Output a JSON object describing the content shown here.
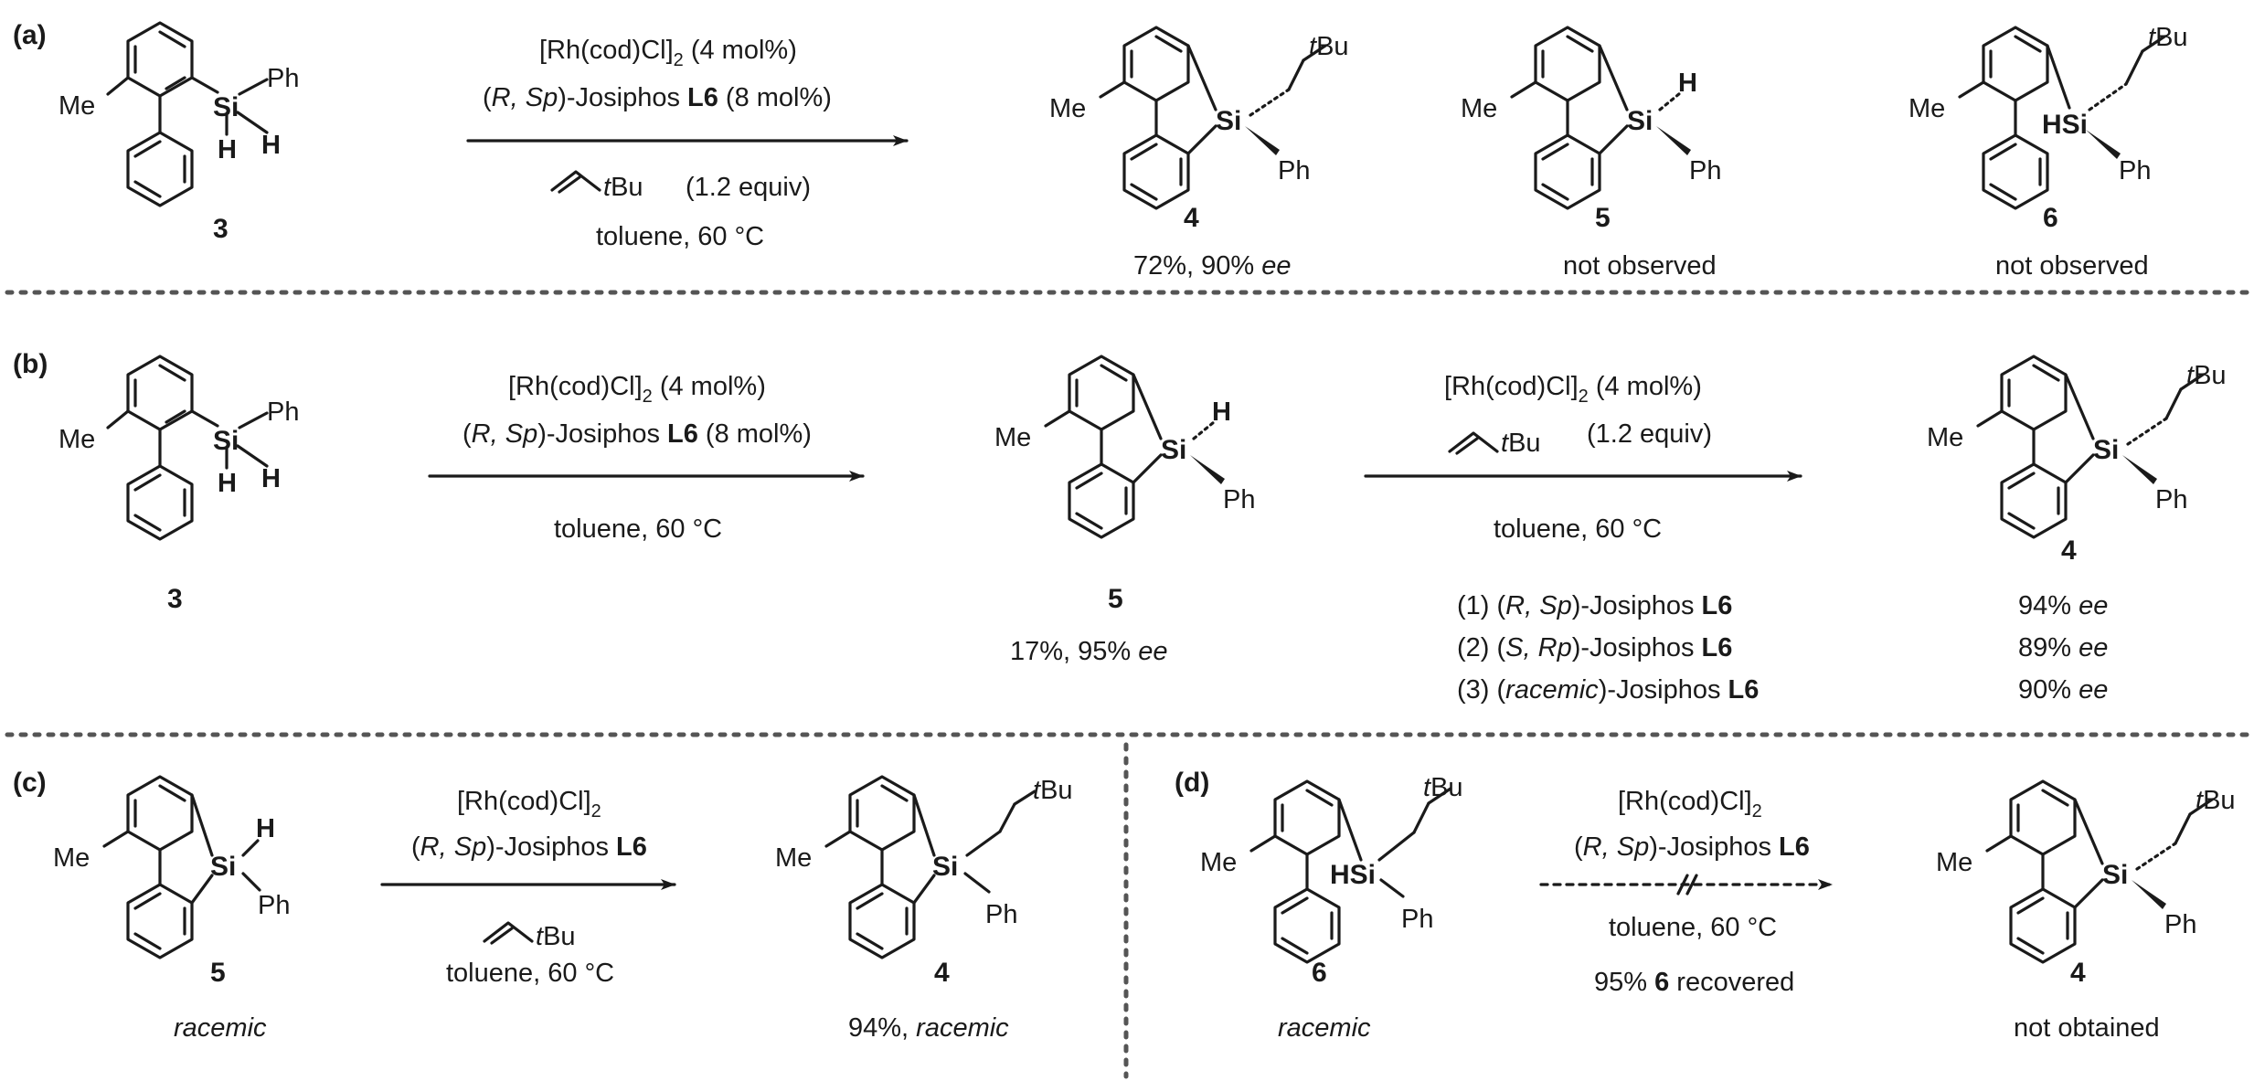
{
  "panels": {
    "a": {
      "label": "(a)",
      "sm_label": "3",
      "cond": {
        "l1": "[Rh(cod)Cl]",
        "l1_sub": "2",
        "l1_tail": " (4 mol%)",
        "l2_a": "(",
        "l2_b": "R, Sp",
        "l2_c": ")-Josiphos ",
        "l2_d": "L6",
        "l2_e": " (8 mol%)",
        "l3": "(1.2 equiv)",
        "l4": "toluene, 60 °C"
      },
      "p4": {
        "label": "4",
        "yield_a": "72%, 90% ",
        "yield_b": "ee"
      },
      "p5": {
        "label": "5",
        "note": "not observed"
      },
      "p6": {
        "label": "6",
        "note": "not observed"
      }
    },
    "b": {
      "label": "(b)",
      "sm_label": "3",
      "cond1": {
        "l1": "[Rh(cod)Cl]",
        "l1_sub": "2",
        "l1_tail": " (4 mol%)",
        "l2_a": "(",
        "l2_b": "R, Sp",
        "l2_c": ")-Josiphos ",
        "l2_d": "L6",
        "l2_e": " (8 mol%)",
        "l3": "toluene, 60 °C"
      },
      "int": {
        "label": "5",
        "yield_a": "17%, 95% ",
        "yield_b": "ee"
      },
      "cond2": {
        "l1": "[Rh(cod)Cl]",
        "l1_sub": "2",
        "l1_tail": " (4 mol%)",
        "l2": "(1.2 equiv)",
        "l3": "toluene, 60 °C"
      },
      "rows": [
        {
          "a": "(1) (",
          "b": "R, Sp",
          "c": ")-Josiphos ",
          "d": "L6",
          "ee_a": "94% ",
          "ee_b": "ee"
        },
        {
          "a": "(2) (",
          "b": "S, Rp",
          "c": ")-Josiphos ",
          "d": "L6",
          "ee_a": "89% ",
          "ee_b": "ee"
        },
        {
          "a": "(3) (",
          "b": "racemic",
          "c": ")-Josiphos ",
          "d": "L6",
          "ee_a": "90% ",
          "ee_b": "ee"
        }
      ],
      "p4": {
        "label": "4"
      }
    },
    "c": {
      "label": "(c)",
      "sm": {
        "label": "5",
        "note": "racemic"
      },
      "cond": {
        "l1": "[Rh(cod)Cl]",
        "l1_sub": "2",
        "l2_a": "(",
        "l2_b": "R, Sp",
        "l2_c": ")-Josiphos ",
        "l2_d": "L6",
        "l3": "toluene, 60 °C"
      },
      "p": {
        "label": "4",
        "yield_a": "94%, ",
        "yield_b": "racemic"
      }
    },
    "d": {
      "label": "(d)",
      "sm": {
        "label": "6",
        "note": "racemic"
      },
      "cond": {
        "l1": "[Rh(cod)Cl]",
        "l1_sub": "2",
        "l2_a": "(",
        "l2_b": "R, Sp",
        "l2_c": ")-Josiphos ",
        "l2_d": "L6",
        "l3": "toluene, 60 °C",
        "l4_a": "95% ",
        "l4_b": "6",
        "l4_c": " recovered"
      },
      "p": {
        "label": "4",
        "note": "not obtained"
      }
    }
  },
  "atoms": {
    "me": "Me",
    "ph": "Ph",
    "si": "Si",
    "h": "H",
    "hsi": "HSi",
    "t": "t",
    "bu": "Bu"
  }
}
